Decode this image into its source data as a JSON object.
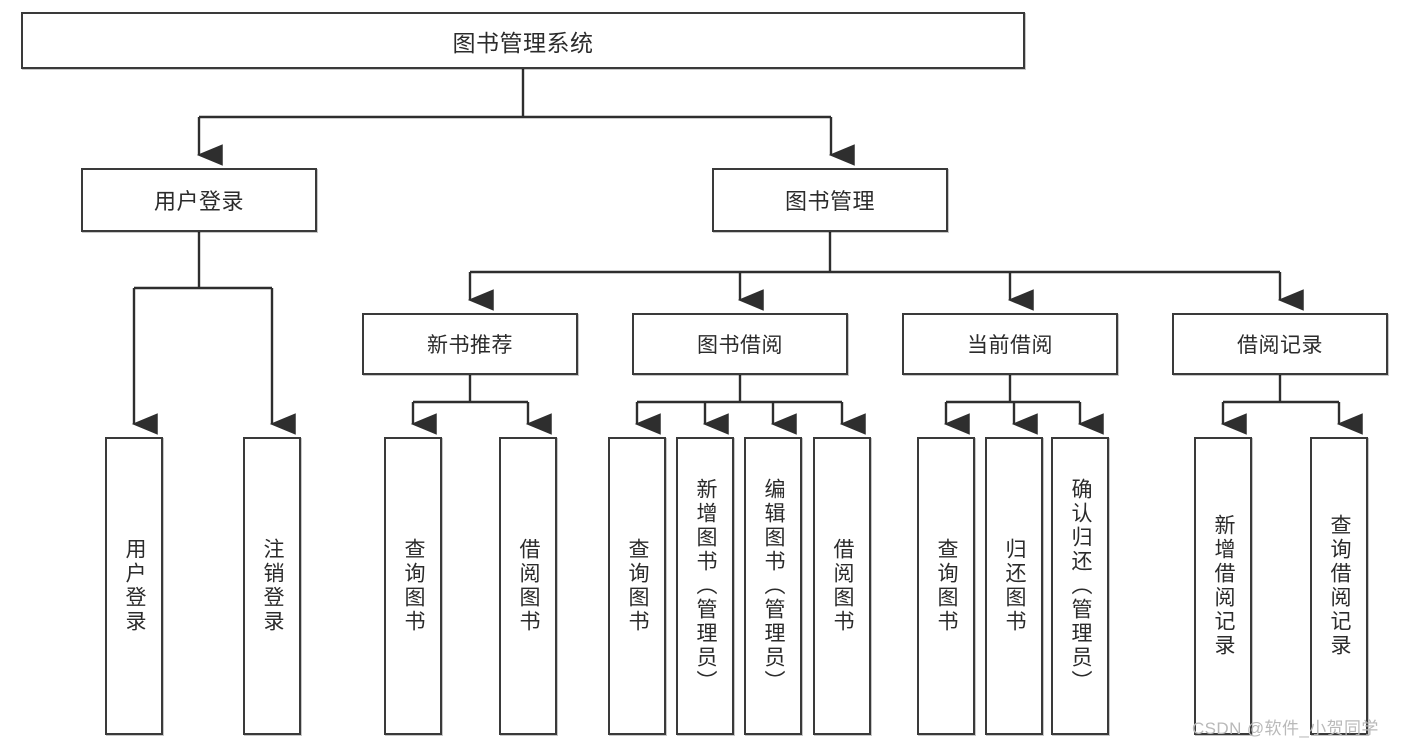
{
  "diagram": {
    "title": "图书管理系统",
    "type": "hierarchy-tree",
    "root": {
      "label": "图书管理系统"
    },
    "level1": [
      {
        "label": "用户登录"
      },
      {
        "label": "图书管理"
      }
    ],
    "level2": [
      {
        "label": "新书推荐"
      },
      {
        "label": "图书借阅"
      },
      {
        "label": "当前借阅"
      },
      {
        "label": "借阅记录"
      }
    ],
    "leaves": {
      "user_login": [
        {
          "label": "用户登录"
        },
        {
          "label": "注销登录"
        }
      ],
      "new_book_recommend": [
        {
          "label": "查询图书"
        },
        {
          "label": "借阅图书"
        }
      ],
      "book_borrow": [
        {
          "label": "查询图书"
        },
        {
          "label": "新增图书（管理员）"
        },
        {
          "label": "编辑图书（管理员）"
        },
        {
          "label": "借阅图书"
        }
      ],
      "current_borrow": [
        {
          "label": "查询图书"
        },
        {
          "label": "归还图书"
        },
        {
          "label": "确认归还（管理员）"
        }
      ],
      "borrow_record": [
        {
          "label": "新增借阅记录"
        },
        {
          "label": "查询借阅记录"
        }
      ]
    }
  },
  "watermark": {
    "text": "CSDN @软件_小贺同学"
  },
  "colors": {
    "border": "#3a3a3a",
    "text": "#2b2b2b",
    "background": "#ffffff",
    "watermark": "#b9b9b9"
  }
}
